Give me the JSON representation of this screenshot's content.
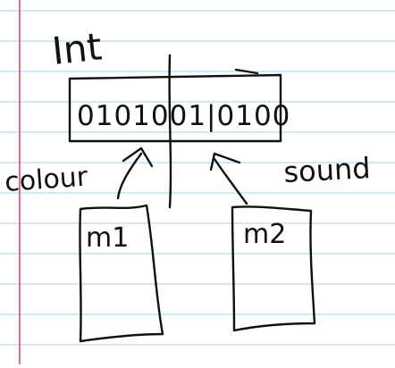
{
  "paper": {
    "line_color": "#b7dcf2",
    "margin_color": "#e04a6a"
  },
  "ink_color": "#111111",
  "labels": {
    "title": "Int",
    "bits": "0101001|0100",
    "left_field": "colour",
    "right_field": "sound",
    "box_left": "m1",
    "box_right": "m2"
  }
}
